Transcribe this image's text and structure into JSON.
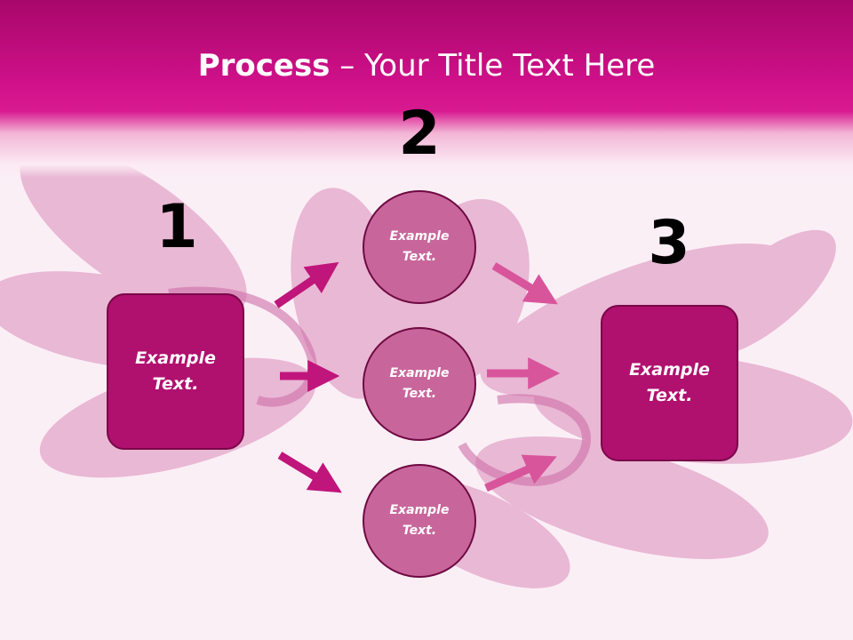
{
  "title": {
    "bold": "Process",
    "rest": " – Your Title Text Here"
  },
  "steps": {
    "one": "1",
    "two": "2",
    "three": "3"
  },
  "nodes": {
    "left_box": "Example\nText.",
    "circle_top": "Example\nText.",
    "circle_middle": "Example\nText.",
    "circle_bottom": "Example\nText.",
    "right_box": "Example\nText."
  },
  "colors": {
    "header": "#d0118a",
    "box_fill": "#b0106e",
    "circle_fill": "#c8669b",
    "arrow_dark": "#c0157a",
    "arrow_light": "#d8559c"
  }
}
